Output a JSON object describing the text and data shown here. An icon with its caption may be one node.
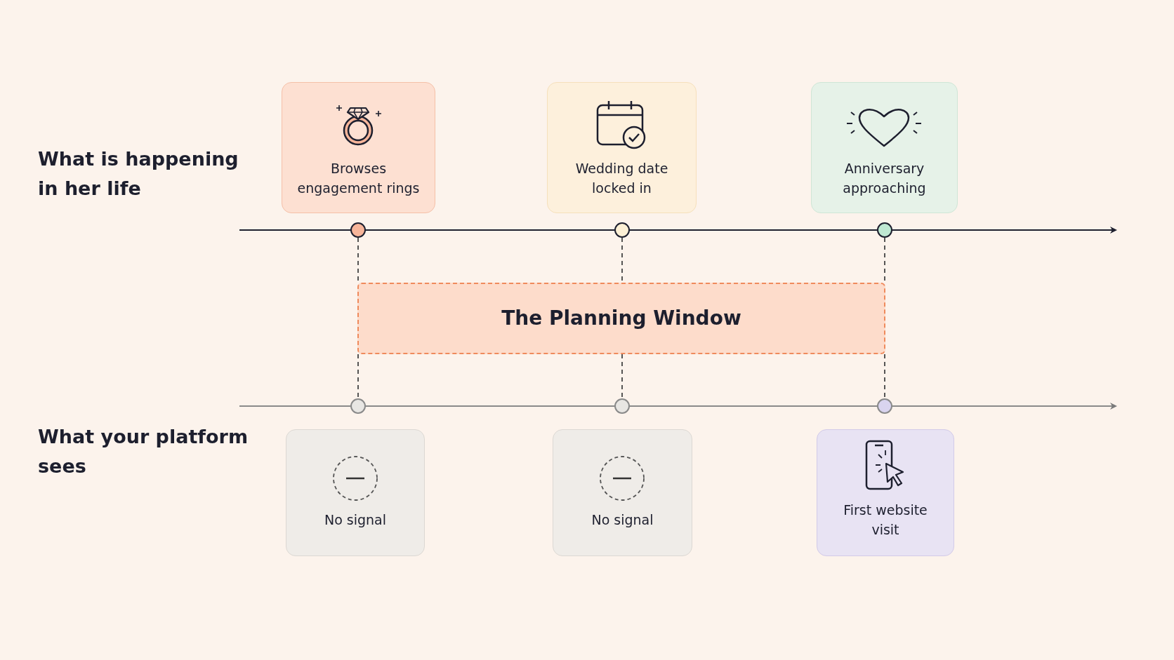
{
  "diagram": {
    "nodes": [
      {
        "text": [
          "Browses engagement rings"
        ]
      },
      {
        "text": [
          "Wedding date locked in"
        ]
      },
      {
        "text": [
          "Anniversary approaching"
        ]
      },
      {
        "text": [],
        "shape": "circle"
      },
      {
        "text": [],
        "shape": "circle"
      },
      {
        "text": [],
        "shape": "circle"
      },
      {
        "text": [
          "The Planning Window"
        ]
      },
      {
        "text": [],
        "shape": "circle"
      },
      {
        "text": [],
        "shape": "circle"
      },
      {
        "text": [],
        "shape": "circle"
      },
      {
        "text": [
          "No signal"
        ]
      },
      {
        "text": [
          "No signal"
        ]
      },
      {
        "text": [
          "First website visit"
        ]
      }
    ],
    "edges": [
      {
        "from": 3,
        "to": 6,
        "arrow": "none",
        "style": "dashed"
      },
      {
        "from": 4,
        "to": 6,
        "arrow": "none",
        "style": "dashed"
      },
      {
        "from": 5,
        "to": 6,
        "arrow": "none",
        "style": "dashed"
      },
      {
        "from": 6,
        "to": 7,
        "arrow": "none",
        "style": "dashed"
      },
      {
        "from": 6,
        "to": 8,
        "arrow": "none",
        "style": "dashed"
      },
      {
        "from": 6,
        "to": 9,
        "arrow": "none",
        "style": "dashed"
      }
    ],
    "labels": [
      "What is happening in her life",
      "What your platform sees"
    ]
  }
}
